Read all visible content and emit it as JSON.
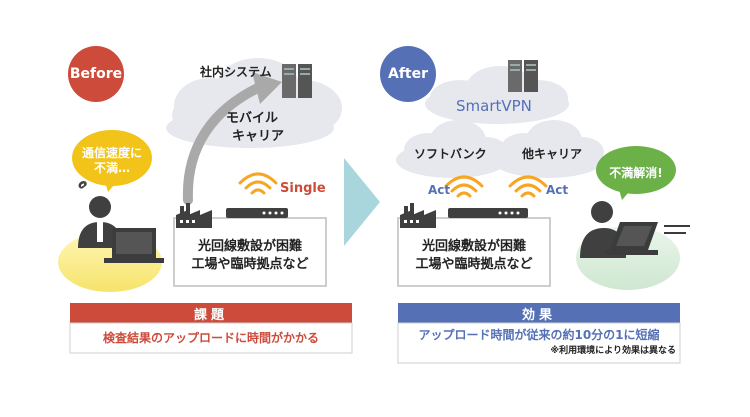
{
  "colors": {
    "before_accent": "#cc4b3a",
    "after_accent": "#5570b5",
    "cloud": "#e6e8ee",
    "arrow": "#a9d6dd",
    "signal": "#f5a623",
    "person": "#404040",
    "glow_yellow": "#fbf1a6",
    "glow_green": "#d6ecd8",
    "bubble_yellow": "#f2c318",
    "bubble_green": "#6cb048"
  },
  "before": {
    "badge": "Before",
    "system_label": "社内システム",
    "cloud_label": [
      "モバイル",
      "キャリア"
    ],
    "single_label": "Single",
    "bubble": [
      "通信速度に",
      "不満…"
    ],
    "site_box": [
      "光回線敷設が困難",
      "工場や臨時拠点など"
    ],
    "issue_title": "課題",
    "issue_text": "検査結果のアップロードに時間がかかる"
  },
  "after": {
    "badge": "After",
    "smartvpn_label": "SmartVPN",
    "carrier_left": "ソフトバンク",
    "carrier_right": "他キャリア",
    "act_left": "Act",
    "act_right": "Act",
    "bubble": "不満解消!",
    "site_box": [
      "光回線敷設が困難",
      "工場や臨時拠点など"
    ],
    "effect_title": "効果",
    "effect_text": "アップロード時間が従来の約10分の1に短縮",
    "effect_note": "※利用環境により効果は異なる"
  },
  "icons": [
    "server-icon",
    "factory-icon",
    "router-icon",
    "wifi-signal-icon",
    "person-laptop-icon",
    "cloud-icon",
    "arrow-icon"
  ]
}
